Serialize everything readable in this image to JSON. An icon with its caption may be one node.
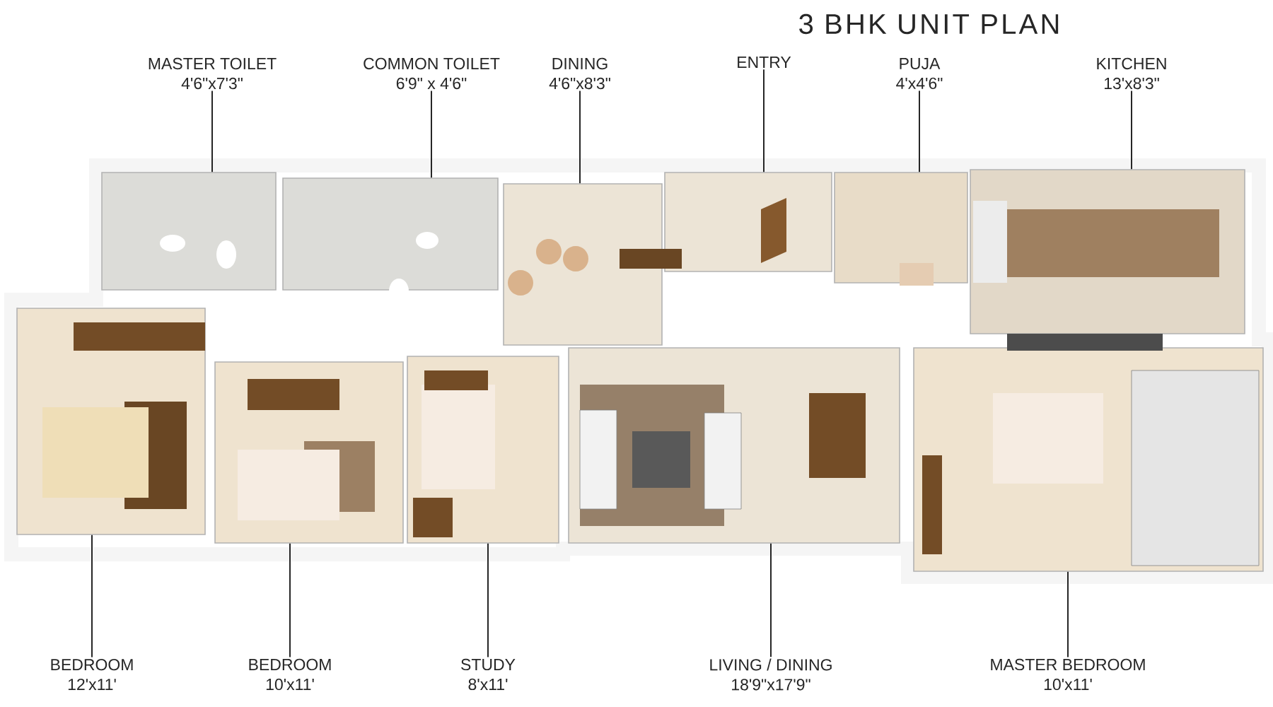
{
  "diagram": {
    "title": "3 BHK UNIT PLAN",
    "nodes": [
      {
        "text": [
          "MASTER TOILET",
          "4'6\"x7'3\""
        ]
      },
      {
        "text": [
          "COMMON TOILET",
          "6'9\" x 4'6\""
        ]
      },
      {
        "text": [
          "DINING",
          "4'6\"x8'3\""
        ]
      },
      {
        "text": [
          "ENTRY"
        ]
      },
      {
        "text": [
          "PUJA",
          "4'x4'6\""
        ]
      },
      {
        "text": [
          "KITCHEN",
          "13'x8'3\""
        ]
      },
      {
        "text": [],
        "shape": "box"
      },
      {
        "text": [],
        "shape": "box"
      },
      {
        "text": [],
        "shape": "box"
      },
      {
        "text": [],
        "shape": "box"
      },
      {
        "text": [],
        "shape": "box"
      },
      {
        "text": [],
        "shape": "box"
      },
      {
        "text": [],
        "shape": "box"
      },
      {
        "text": [],
        "shape": "box"
      },
      {
        "text": [],
        "shape": "box"
      },
      {
        "text": [],
        "shape": "box"
      },
      {
        "text": [],
        "shape": "box"
      },
      {
        "text": [
          "BEDROOM",
          "12'x11'"
        ]
      },
      {
        "text": [
          "BEDROOM",
          "10'x11'"
        ]
      },
      {
        "text": [
          "STUDY",
          "8'x11'"
        ]
      },
      {
        "text": [
          "LIVING / DINING",
          "18'9\"x17'9\""
        ]
      },
      {
        "text": [
          "MASTER BEDROOM",
          "10'x11'"
        ]
      }
    ],
    "edges": [
      {
        "from": 0,
        "to": 7,
        "arrow": "none"
      },
      {
        "from": 1,
        "to": 9,
        "arrow": "none"
      },
      {
        "from": 2,
        "to": 11,
        "arrow": "none"
      },
      {
        "from": 3,
        "to": 12,
        "arrow": "none"
      },
      {
        "from": 4,
        "to": 14,
        "arrow": "none"
      },
      {
        "from": 5,
        "to": 16,
        "arrow": "none"
      },
      {
        "from": 17,
        "to": 6,
        "arrow": "none"
      },
      {
        "from": 18,
        "to": 8,
        "arrow": "none"
      },
      {
        "from": 19,
        "to": 10,
        "arrow": "none"
      },
      {
        "from": 20,
        "to": 13,
        "arrow": "none"
      },
      {
        "from": 21,
        "to": 15,
        "arrow": "none"
      }
    ]
  }
}
